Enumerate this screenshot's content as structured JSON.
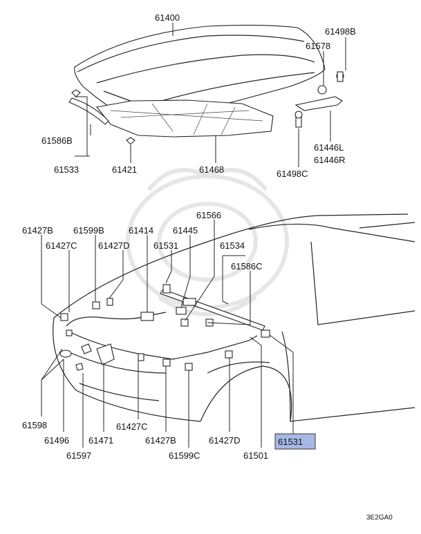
{
  "diagram_code": "3E2GA0",
  "highlight_color": "#a8b8e6",
  "labels": {
    "hood": "61400",
    "hood_bolt": "61498B",
    "hood_nut": "61578",
    "hinge_l": "61446L",
    "hinge_r": "61446R",
    "hinge_bolt": "61498C",
    "seal_front": "61586B",
    "seal_assy": "61533",
    "hood_clip": "61421",
    "insulator": "61468",
    "clamp_b": "61427B",
    "grommet_b": "61599B",
    "cable_main": "61414",
    "prop_holder": "61445",
    "stay_rod": "61566",
    "clamp_c": "61427C",
    "clamp_d": "61427D",
    "lock_lever": "61531",
    "seal_rear": "61534",
    "seal_c": "61586C",
    "striker": "61598",
    "lock_assy": "61496",
    "screw": "61597",
    "lock_bracket": "61471",
    "clamp_c2": "61427C",
    "clamp_b2": "61427B",
    "clamp_d2": "61427D",
    "grommet_c": "61599C",
    "release_cable": "61501",
    "lock_lever_hl": "61531"
  }
}
